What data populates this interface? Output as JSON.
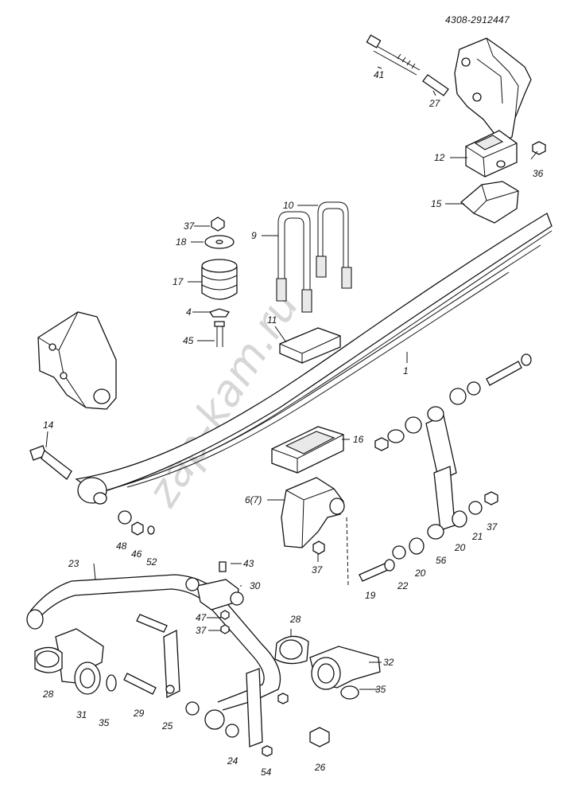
{
  "drawing_code": "4308-2912447",
  "watermark": "zap-kam.ru",
  "callouts": {
    "p1": "1",
    "p4": "4",
    "p6": "6(7)",
    "p9": "9",
    "p10": "10",
    "p11": "11",
    "p12": "12",
    "p14": "14",
    "p15": "15",
    "p16": "16",
    "p17": "17",
    "p18": "18",
    "p19": "19",
    "p20a": "20",
    "p20b": "20",
    "p21": "21",
    "p22": "22",
    "p23": "23",
    "p24": "24",
    "p25": "25",
    "p26": "26",
    "p27": "27",
    "p28a": "28",
    "p28b": "28",
    "p29": "29",
    "p30": "30",
    "p31": "31",
    "p32": "32",
    "p35a": "35",
    "p35b": "35",
    "p36": "36",
    "p37a": "37",
    "p37b": "37",
    "p37c": "37",
    "p37d": "37",
    "p41": "41",
    "p43": "43",
    "p45": "45",
    "p46": "46",
    "p47": "47",
    "p48": "48",
    "p52": "52",
    "p54": "54",
    "p56": "56"
  }
}
